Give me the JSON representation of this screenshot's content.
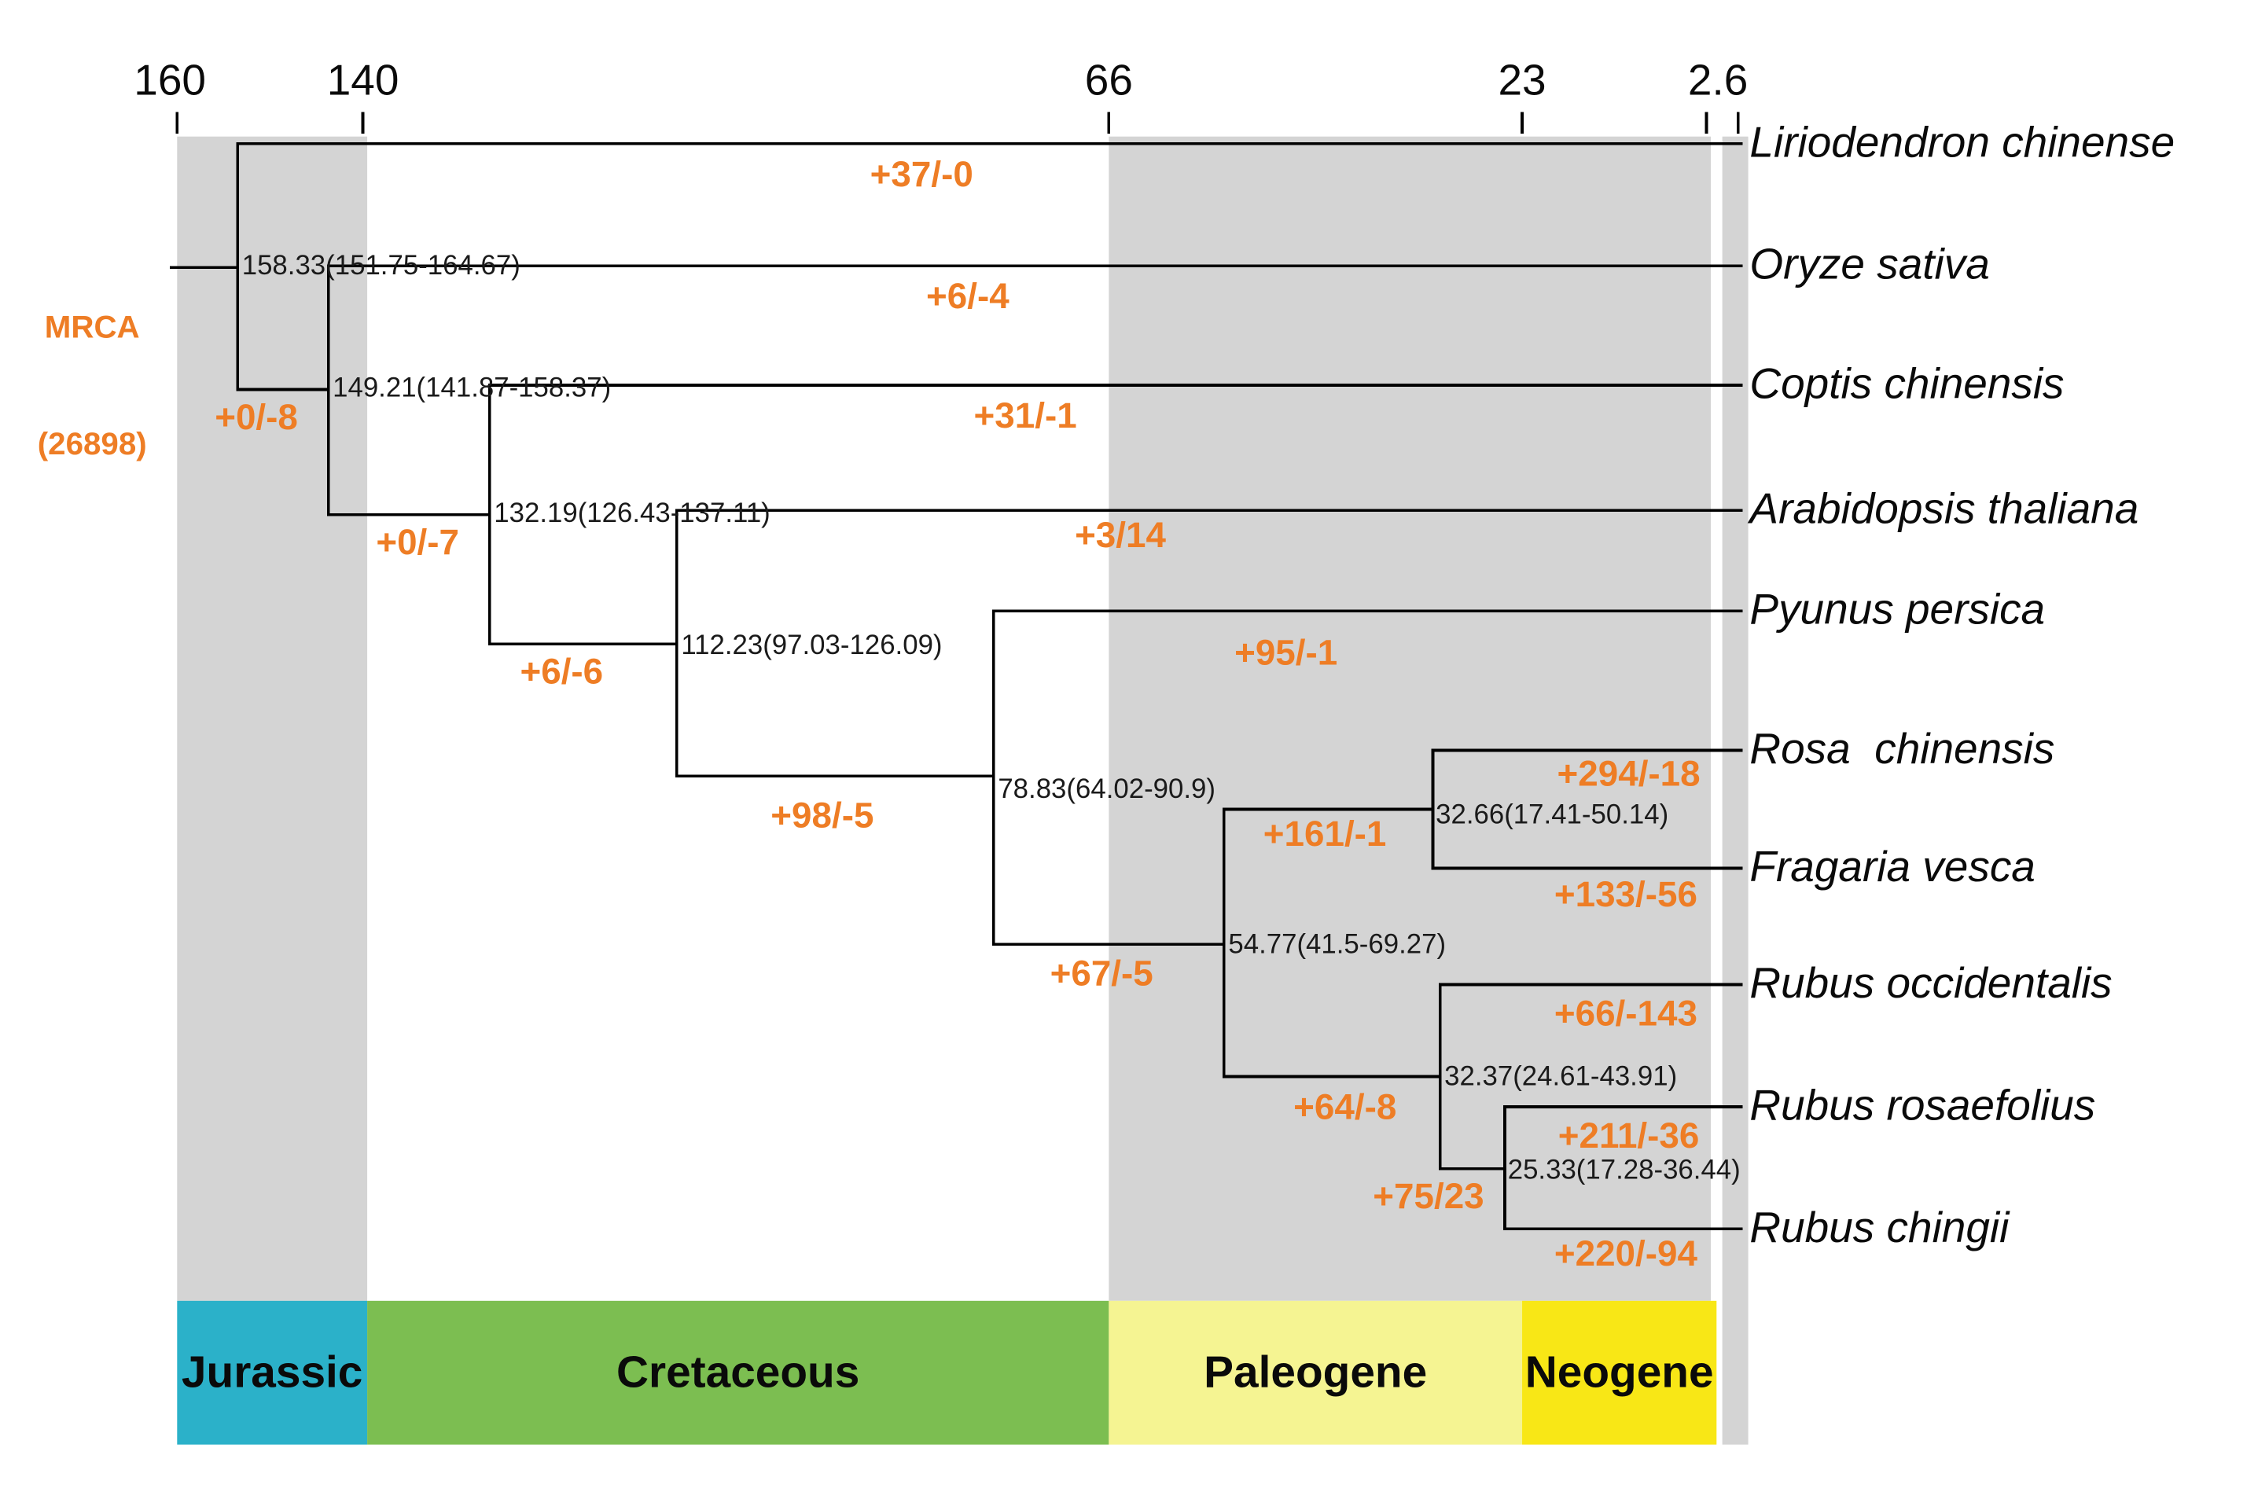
{
  "figure": {
    "type": "phylogenetic_tree",
    "description": "Dated phylogenetic tree with divergence time estimates (Ma) and gene family gains/losses per branch"
  },
  "time_axis": {
    "unit": "Ma",
    "tick_labels": [
      "160",
      "140",
      "66",
      "23",
      "2.6"
    ]
  },
  "mrca": {
    "label": "MRCA",
    "gene_families": "(26898)"
  },
  "tips": [
    {
      "name": "Liriodendron chinense",
      "gain_loss": "+37/-0"
    },
    {
      "name": "Oryze sativa",
      "gain_loss": "+6/-4"
    },
    {
      "name": "Coptis chinensis",
      "gain_loss": "+31/-1"
    },
    {
      "name": "Arabidopsis thaliana",
      "gain_loss": "+3/14"
    },
    {
      "name": "Pyunus persica",
      "gain_loss": "+95/-1"
    },
    {
      "name": "Rosa  chinensis",
      "gain_loss": "+294/-18"
    },
    {
      "name": "Fragaria vesca",
      "gain_loss": "+133/-56"
    },
    {
      "name": "Rubus occidentalis",
      "gain_loss": "+66/-143"
    },
    {
      "name": "Rubus rosaefolius",
      "gain_loss": "+211/-36"
    },
    {
      "name": "Rubus chingii",
      "gain_loss": "+220/-94"
    }
  ],
  "internal_nodes": [
    {
      "age_label": "158.33(151.75-164.67)"
    },
    {
      "age_label": "149.21(141.87-158.37)",
      "branch_gain_loss": "+0/-8"
    },
    {
      "age_label": "132.19(126.43-137.11)",
      "branch_gain_loss": "+0/-7"
    },
    {
      "age_label": "112.23(97.03-126.09)",
      "branch_gain_loss": "+6/-6"
    },
    {
      "age_label": "78.83(64.02-90.9)",
      "branch_gain_loss": "+98/-5"
    },
    {
      "age_label": "54.77(41.5-69.27)",
      "branch_gain_loss": "+67/-5"
    },
    {
      "age_label": "32.66(17.41-50.14)",
      "branch_gain_loss": "+161/-1"
    },
    {
      "age_label": "32.37(24.61-43.91)",
      "branch_gain_loss": "+64/-8"
    },
    {
      "age_label": "25.33(17.28-36.44)",
      "branch_gain_loss": "+75/23"
    }
  ],
  "tree_topology": {
    "newick": "(Liriodendron chinense,(Oryze sativa,(Coptis chinensis,(Arabidopsis thaliana,(Pyunus persica,((Rosa chinensis,Fragaria vesca),(Rubus occidentalis,(Rubus rosaefolius,Rubus chingii))))))));",
    "node_ages_ma": [
      158.33,
      149.21,
      132.19,
      112.23,
      78.83,
      54.77,
      32.66,
      32.37,
      25.33
    ]
  },
  "periods": [
    {
      "name": "Jurassic",
      "color": "#2BB1C9"
    },
    {
      "name": "Cretaceous",
      "color": "#7CBE51"
    },
    {
      "name": "Paleogene",
      "color": "#F5F492"
    },
    {
      "name": "Neogene",
      "color": "#F8E716"
    }
  ],
  "colors": {
    "gain_loss_text": "#EE7D25",
    "mrca_text": "#EE7D25",
    "band_gray": "#D4D4D4",
    "tree_line": "#000000"
  }
}
